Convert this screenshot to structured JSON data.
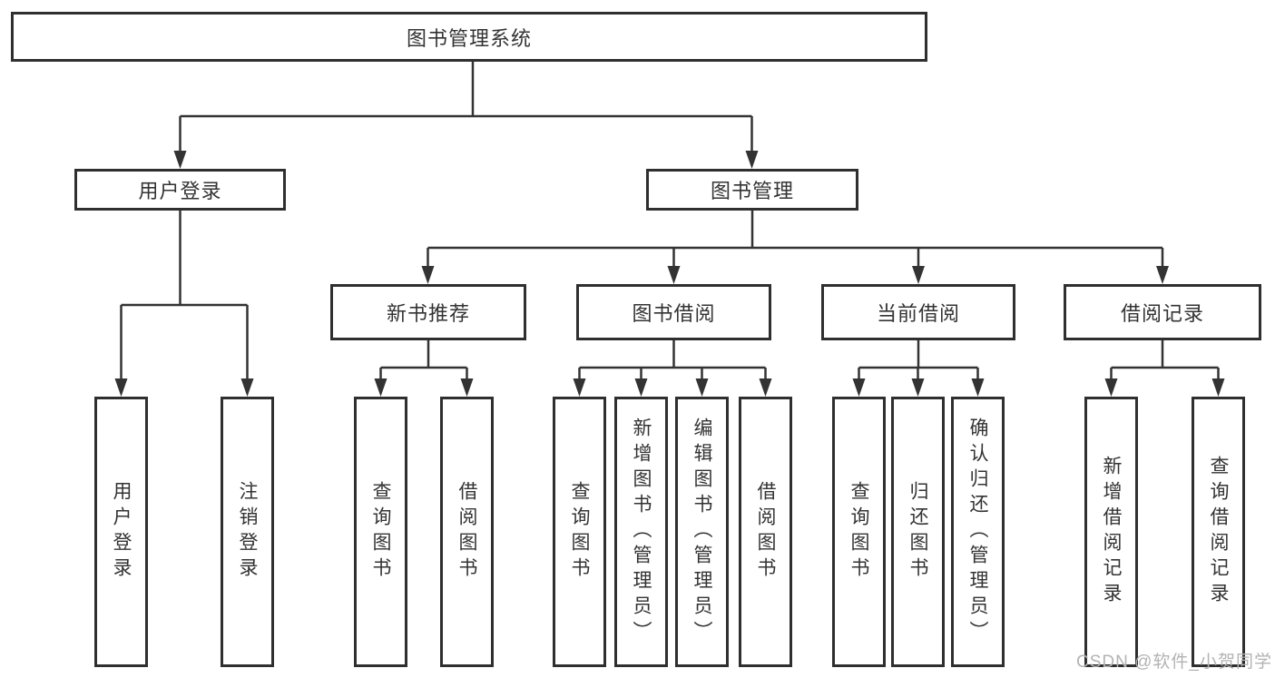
{
  "diagram": {
    "root": {
      "label": "图书管理系统"
    },
    "level2": [
      {
        "label": "用户登录"
      },
      {
        "label": "图书管理"
      }
    ],
    "level3": [
      {
        "label": "新书推荐"
      },
      {
        "label": "图书借阅"
      },
      {
        "label": "当前借阅"
      },
      {
        "label": "借阅记录"
      }
    ],
    "leaves": [
      {
        "label": "用户登录"
      },
      {
        "label": "注销登录"
      },
      {
        "label": "查询图书"
      },
      {
        "label": "借阅图书"
      },
      {
        "label": "查询图书"
      },
      {
        "label": "新增图书（管理员）"
      },
      {
        "label": "编辑图书（管理员）"
      },
      {
        "label": "借阅图书"
      },
      {
        "label": "查询图书"
      },
      {
        "label": "归还图书"
      },
      {
        "label": "确认归还（管理员）"
      },
      {
        "label": "新增借阅记录"
      },
      {
        "label": "查询借阅记录"
      }
    ]
  },
  "watermark": {
    "text": "CSDN @软件_小贺同学"
  },
  "colors": {
    "line": "#333333",
    "border": "#2f2f2f",
    "text": "#333333",
    "watermark_text": "#b3b3b3",
    "background": "#ffffff"
  }
}
